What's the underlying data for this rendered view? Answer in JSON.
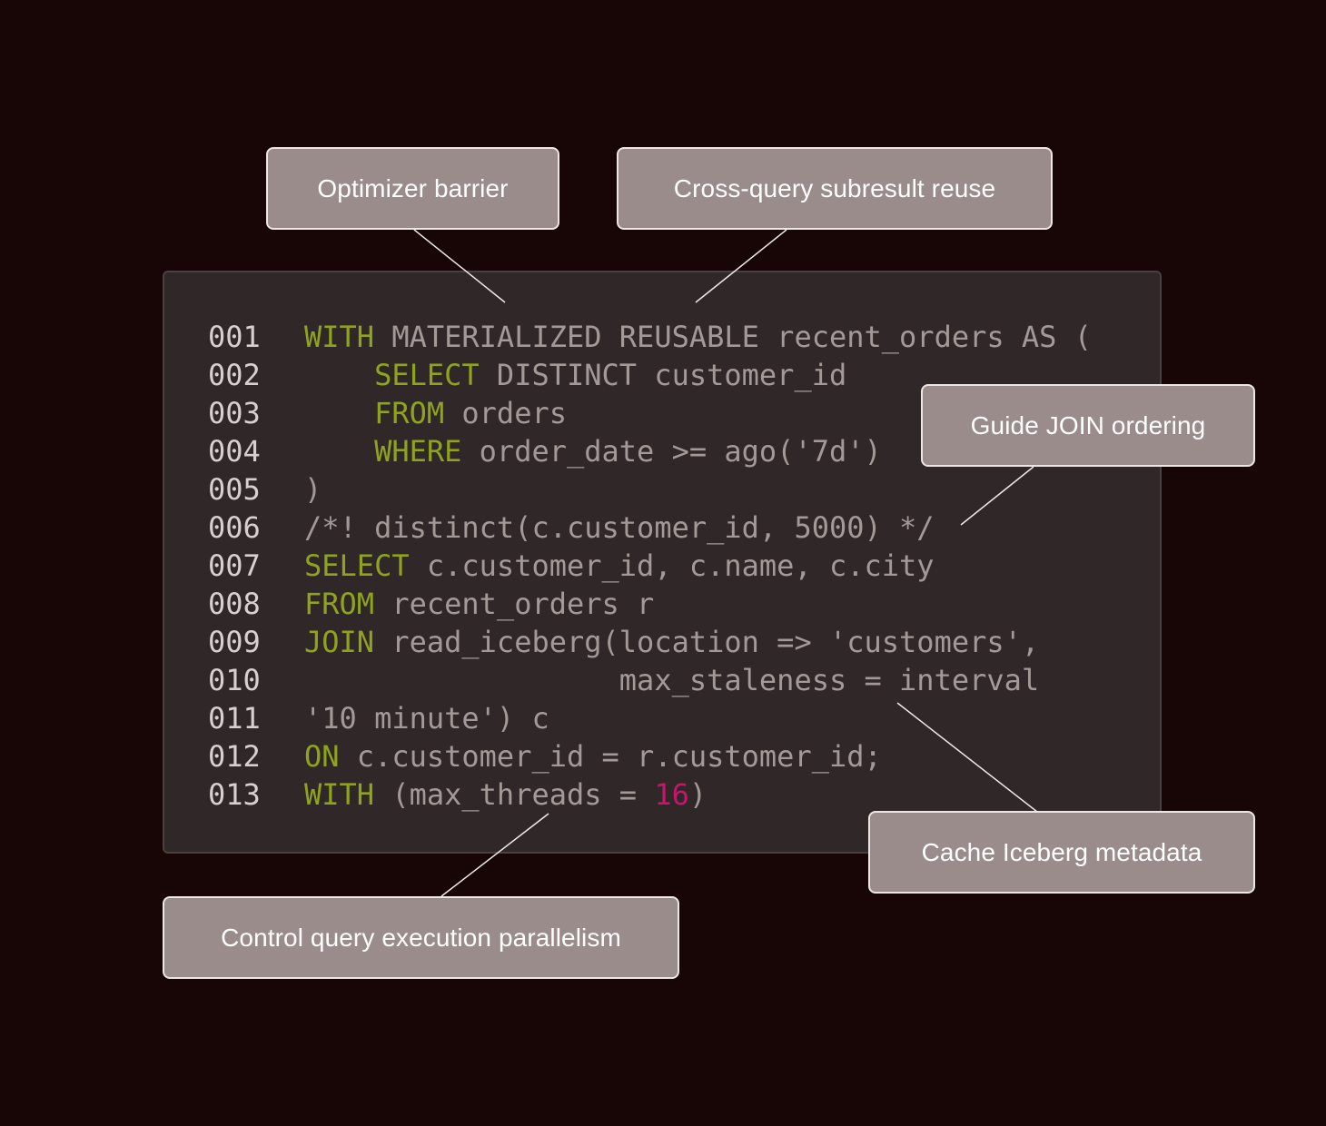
{
  "code": {
    "lines": [
      {
        "num": "001",
        "tokens": [
          {
            "t": "WITH",
            "k": "kw"
          },
          {
            "t": " MATERIALIZED REUSABLE recent_orders AS (",
            "k": "plain"
          }
        ]
      },
      {
        "num": "002",
        "tokens": [
          {
            "t": "    ",
            "k": "plain"
          },
          {
            "t": "SELECT",
            "k": "kw"
          },
          {
            "t": " DISTINCT customer_id",
            "k": "plain"
          }
        ]
      },
      {
        "num": "003",
        "tokens": [
          {
            "t": "    ",
            "k": "plain"
          },
          {
            "t": "FROM",
            "k": "kw"
          },
          {
            "t": " orders",
            "k": "plain"
          }
        ]
      },
      {
        "num": "004",
        "tokens": [
          {
            "t": "    ",
            "k": "plain"
          },
          {
            "t": "WHERE",
            "k": "kw"
          },
          {
            "t": " order_date >= ago('7d')",
            "k": "plain"
          }
        ]
      },
      {
        "num": "005",
        "tokens": [
          {
            "t": ")",
            "k": "plain"
          }
        ]
      },
      {
        "num": "006",
        "tokens": [
          {
            "t": "/*! distinct(c.customer_id, 5000) */",
            "k": "plain"
          }
        ]
      },
      {
        "num": "007",
        "tokens": [
          {
            "t": "SELECT",
            "k": "kw"
          },
          {
            "t": " c.customer_id, c.name, c.city",
            "k": "plain"
          }
        ]
      },
      {
        "num": "008",
        "tokens": [
          {
            "t": "FROM",
            "k": "kw"
          },
          {
            "t": " recent_orders r",
            "k": "plain"
          }
        ]
      },
      {
        "num": "009",
        "tokens": [
          {
            "t": "JOIN",
            "k": "kw"
          },
          {
            "t": " read_iceberg(location => 'customers',",
            "k": "plain"
          }
        ]
      },
      {
        "num": "010",
        "tokens": [
          {
            "t": "                  max_staleness = interval",
            "k": "plain"
          }
        ]
      },
      {
        "num": "011",
        "tokens": [
          {
            "t": "'10 minute') c",
            "k": "plain"
          }
        ]
      },
      {
        "num": "012",
        "tokens": [
          {
            "t": "ON",
            "k": "kw"
          },
          {
            "t": " c.customer_id = r.customer_id;",
            "k": "plain"
          }
        ]
      },
      {
        "num": "013",
        "tokens": [
          {
            "t": "WITH",
            "k": "kw"
          },
          {
            "t": " (max_threads = ",
            "k": "plain"
          },
          {
            "t": "16",
            "k": "num"
          },
          {
            "t": ")",
            "k": "plain"
          }
        ]
      }
    ]
  },
  "callouts": {
    "optimizer_barrier": "Optimizer barrier",
    "subresult_reuse": "Cross-query subresult reuse",
    "join_ordering": "Guide JOIN ordering",
    "iceberg_metadata": "Cache Iceberg metadata",
    "parallelism": "Control query execution parallelism"
  },
  "colors": {
    "background": "#180505",
    "panel": "#302828",
    "keyword": "#8fa31c",
    "code_text": "#a39a98",
    "number": "#c4166a",
    "callout_fill": "#9a8c8a",
    "callout_border": "#ece6e5"
  }
}
